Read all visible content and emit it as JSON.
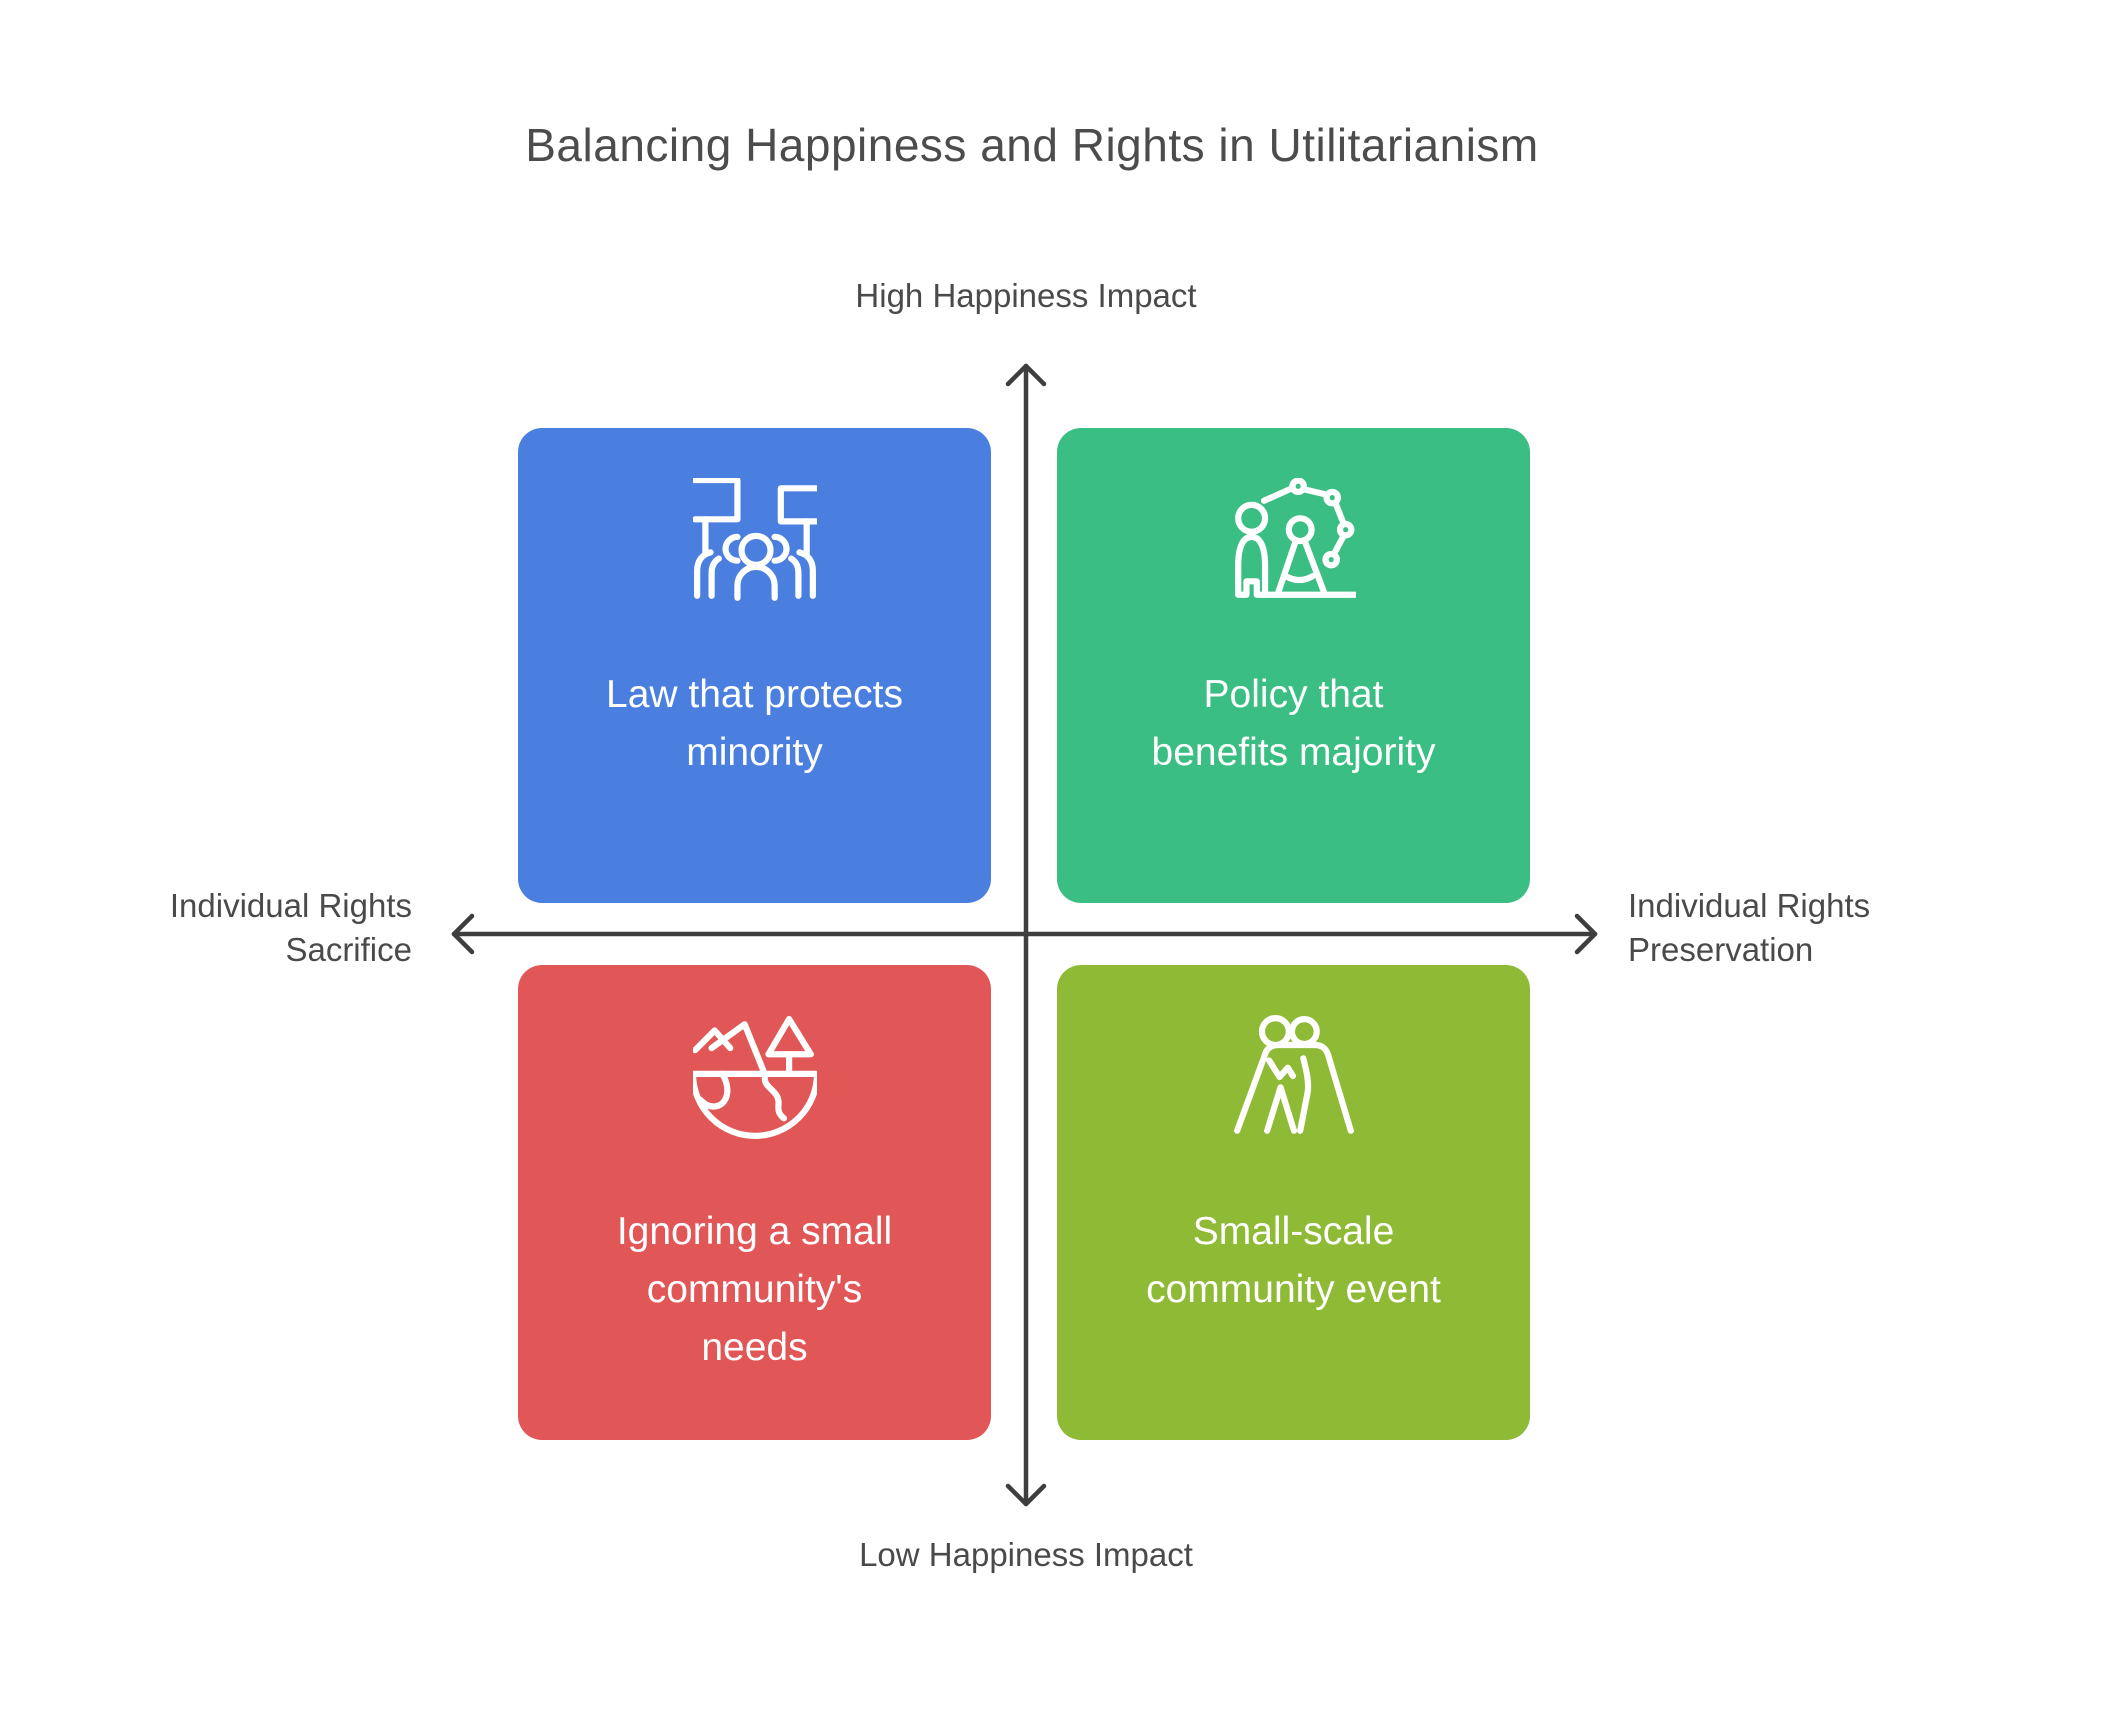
{
  "title": "Balancing Happiness and Rights in Utilitarianism",
  "axes": {
    "top_label": "High Happiness Impact",
    "bottom_label": "Low Happiness Impact",
    "left_label_lines": [
      "Individual Rights",
      "Sacrifice"
    ],
    "right_label_lines": [
      "Individual Rights",
      "Preservation"
    ],
    "line_color": "#3e3e3e",
    "label_color": "#4a4a4a"
  },
  "quadrants": {
    "top_left": {
      "lines": [
        "Law that protects",
        "minority"
      ],
      "color": "#4a7fe0",
      "icon": "protest-crowd-icon"
    },
    "top_right": {
      "lines": [
        "Policy that",
        "benefits majority"
      ],
      "color": "#3bbe83",
      "icon": "person-network-icon"
    },
    "bottom_left": {
      "lines": [
        "Ignoring a small",
        "community's",
        "needs"
      ],
      "color": "#e15656",
      "icon": "globe-nature-icon"
    },
    "bottom_right": {
      "lines": [
        "Small-scale",
        "community event"
      ],
      "color": "#8eba35",
      "icon": "people-hug-icon"
    }
  },
  "quadrant_text_color": "#ffffff",
  "title_color": "#4c4c4c"
}
